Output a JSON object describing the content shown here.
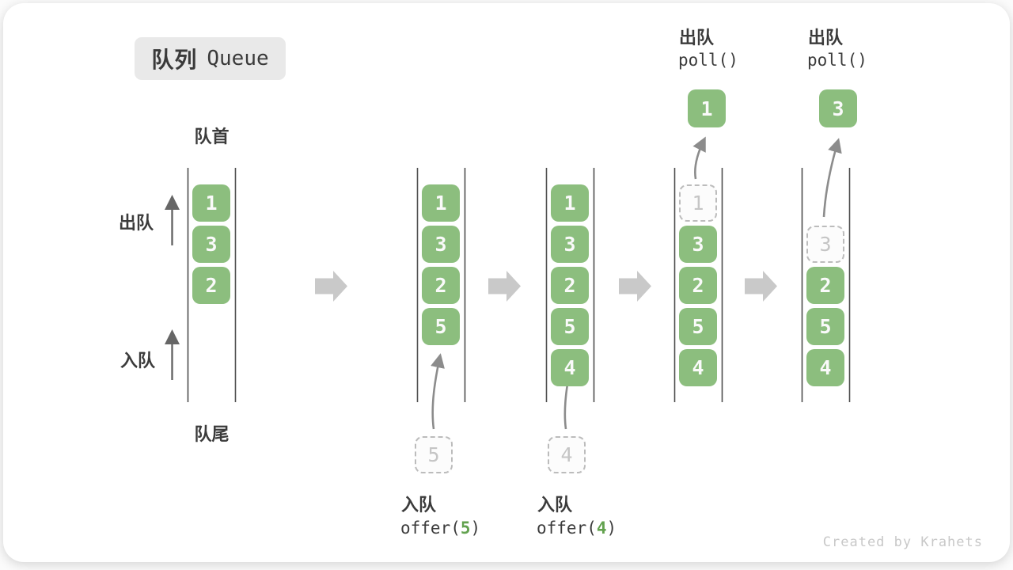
{
  "title": {
    "zh": "队列",
    "en": "Queue"
  },
  "side_labels": {
    "front": "队首",
    "rear": "队尾",
    "dequeue": "出队",
    "enqueue": "入队"
  },
  "columns": [
    {
      "items": [
        "1",
        "3",
        "2"
      ]
    },
    {
      "items": [
        "1",
        "3",
        "2",
        "5"
      ],
      "staged": "5"
    },
    {
      "items": [
        "1",
        "3",
        "2",
        "5",
        "4"
      ],
      "staged": "4"
    },
    {
      "ghost": "1",
      "items": [
        "3",
        "2",
        "5",
        "4"
      ],
      "result": "1"
    },
    {
      "ghost": "3",
      "items": [
        "2",
        "5",
        "4"
      ],
      "result": "3"
    }
  ],
  "operations": {
    "enqueue5": {
      "label": "入队",
      "fn_open": "offer(",
      "arg": "5",
      "fn_close": ")"
    },
    "enqueue4": {
      "label": "入队",
      "fn_open": "offer(",
      "arg": "4",
      "fn_close": ")"
    },
    "poll1": {
      "label": "出队",
      "fn": "poll()"
    },
    "poll2": {
      "label": "出队",
      "fn": "poll()"
    }
  },
  "watermark": "Created by Krahets",
  "colors": {
    "box_green": "#8cbe7e",
    "accent_green": "#63a24f",
    "flow_arrow_gray": "#c9c9c9",
    "curve_arrow_gray": "#8c8c8c",
    "column_line": "#4d4d4d",
    "badge_bg": "#e9e9e9",
    "ghost_border": "#bcbcbc",
    "text_dark": "#3b3b3b"
  }
}
